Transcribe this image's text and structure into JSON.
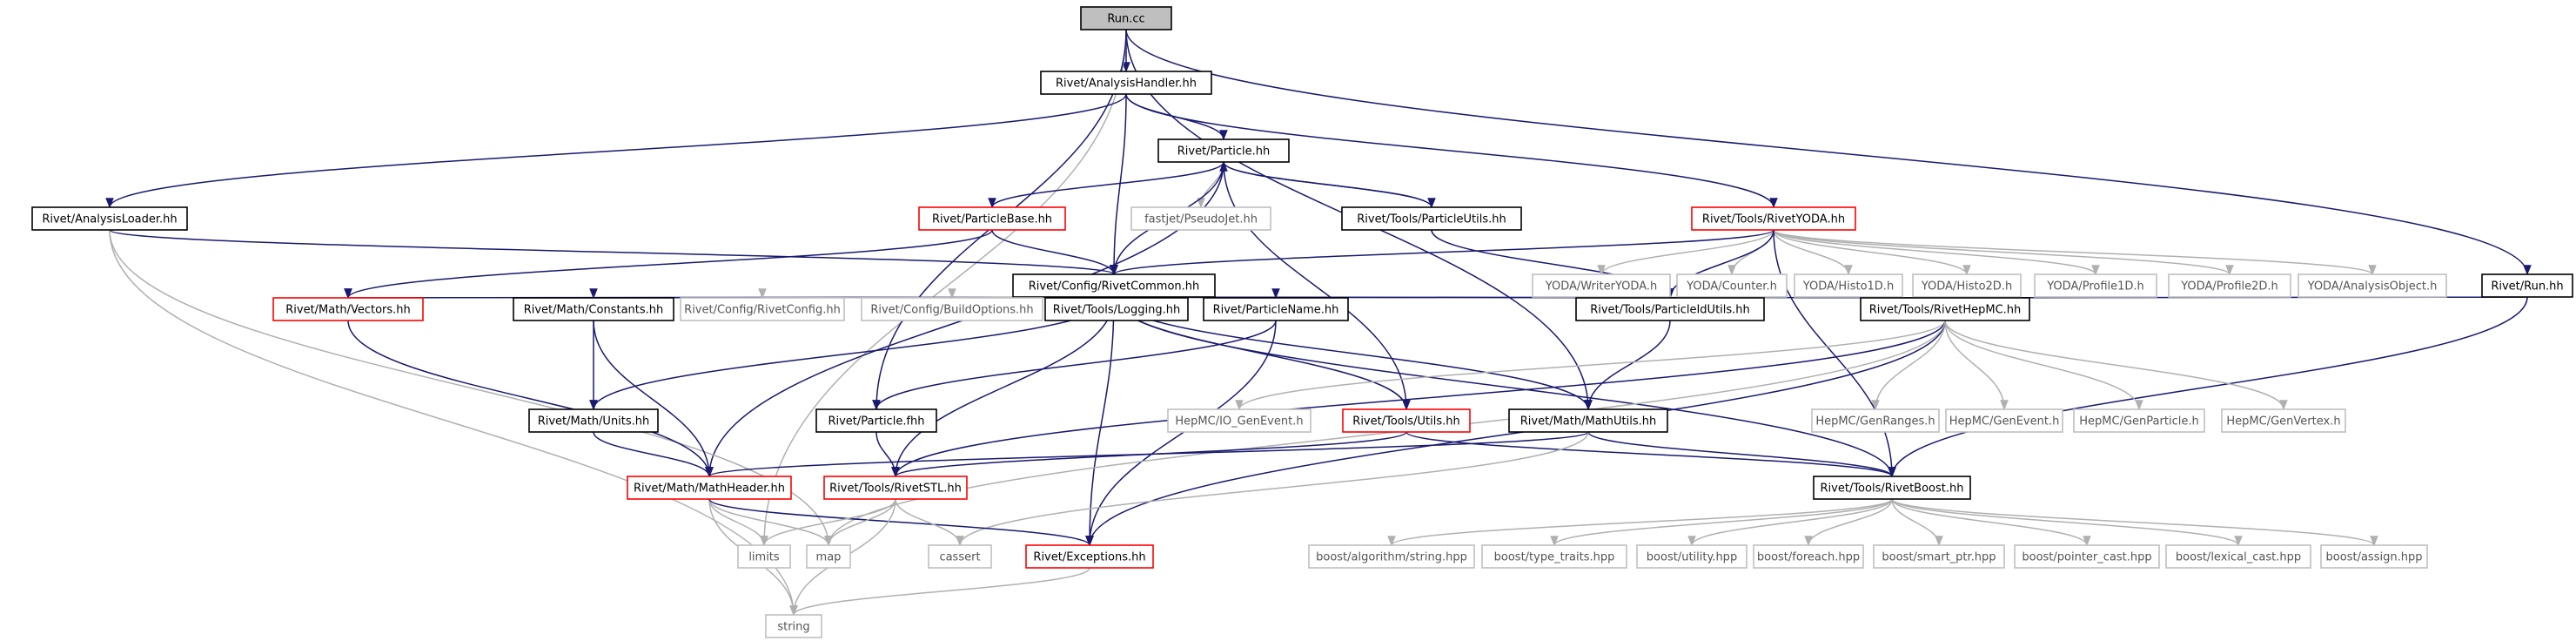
{
  "colors": {
    "background": "#ffffff",
    "edge": "#191970",
    "edge_gray": "#b0b0b0",
    "box_black": "#000000",
    "box_red": "#ff0000",
    "box_gray": "#bfbfbf",
    "root_fill": "#bfbfbf",
    "text": "#000000"
  },
  "graph": {
    "nodes": [
      {
        "id": "run_cc",
        "label": "Run.cc",
        "style": "root"
      },
      {
        "id": "analysis_handler",
        "label": "Rivet/AnalysisHandler.hh",
        "style": "black"
      },
      {
        "id": "particle",
        "label": "Rivet/Particle.hh",
        "style": "black"
      },
      {
        "id": "analysis_loader",
        "label": "Rivet/AnalysisLoader.hh",
        "style": "black"
      },
      {
        "id": "particle_base",
        "label": "Rivet/ParticleBase.hh",
        "style": "red"
      },
      {
        "id": "pseudojet",
        "label": "fastjet/PseudoJet.hh",
        "style": "gray"
      },
      {
        "id": "particle_utils",
        "label": "Rivet/Tools/ParticleUtils.hh",
        "style": "black"
      },
      {
        "id": "rivet_yoda",
        "label": "Rivet/Tools/RivetYODA.hh",
        "style": "red"
      },
      {
        "id": "rivet_common",
        "label": "Rivet/Config/RivetCommon.hh",
        "style": "black"
      },
      {
        "id": "yoda_writer",
        "label": "YODA/WriterYODA.h",
        "style": "gray"
      },
      {
        "id": "yoda_counter",
        "label": "YODA/Counter.h",
        "style": "gray"
      },
      {
        "id": "yoda_h1",
        "label": "YODA/Histo1D.h",
        "style": "gray"
      },
      {
        "id": "yoda_h2",
        "label": "YODA/Histo2D.h",
        "style": "gray"
      },
      {
        "id": "yoda_p1",
        "label": "YODA/Profile1D.h",
        "style": "gray"
      },
      {
        "id": "yoda_p2",
        "label": "YODA/Profile2D.h",
        "style": "gray"
      },
      {
        "id": "yoda_ao",
        "label": "YODA/AnalysisObject.h",
        "style": "gray"
      },
      {
        "id": "run_hh",
        "label": "Rivet/Run.hh",
        "style": "black"
      },
      {
        "id": "vectors",
        "label": "Rivet/Math/Vectors.hh",
        "style": "red"
      },
      {
        "id": "constants",
        "label": "Rivet/Math/Constants.hh",
        "style": "black"
      },
      {
        "id": "rivet_config",
        "label": "Rivet/Config/RivetConfig.hh",
        "style": "gray"
      },
      {
        "id": "build_options",
        "label": "Rivet/Config/BuildOptions.hh",
        "style": "gray"
      },
      {
        "id": "logging",
        "label": "Rivet/Tools/Logging.hh",
        "style": "black"
      },
      {
        "id": "particle_name",
        "label": "Rivet/ParticleName.hh",
        "style": "black"
      },
      {
        "id": "particle_id_utils",
        "label": "Rivet/Tools/ParticleIdUtils.hh",
        "style": "black"
      },
      {
        "id": "rivet_hepmc",
        "label": "Rivet/Tools/RivetHepMC.hh",
        "style": "black"
      },
      {
        "id": "units",
        "label": "Rivet/Math/Units.hh",
        "style": "black"
      },
      {
        "id": "particle_fhh",
        "label": "Rivet/Particle.fhh",
        "style": "black"
      },
      {
        "id": "hepmc_io",
        "label": "HepMC/IO_GenEvent.h",
        "style": "gray"
      },
      {
        "id": "tools_utils",
        "label": "Rivet/Tools/Utils.hh",
        "style": "red"
      },
      {
        "id": "math_utils",
        "label": "Rivet/Math/MathUtils.hh",
        "style": "black"
      },
      {
        "id": "hepmc_ranges",
        "label": "HepMC/GenRanges.h",
        "style": "gray"
      },
      {
        "id": "hepmc_event",
        "label": "HepMC/GenEvent.h",
        "style": "gray"
      },
      {
        "id": "hepmc_particle",
        "label": "HepMC/GenParticle.h",
        "style": "gray"
      },
      {
        "id": "hepmc_vertex",
        "label": "HepMC/GenVertex.h",
        "style": "gray"
      },
      {
        "id": "math_header",
        "label": "Rivet/Math/MathHeader.hh",
        "style": "red"
      },
      {
        "id": "rivet_stl",
        "label": "Rivet/Tools/RivetSTL.hh",
        "style": "red"
      },
      {
        "id": "rivet_boost",
        "label": "Rivet/Tools/RivetBoost.hh",
        "style": "black"
      },
      {
        "id": "limits",
        "label": "limits",
        "style": "gray"
      },
      {
        "id": "map",
        "label": "map",
        "style": "gray"
      },
      {
        "id": "cassert",
        "label": "cassert",
        "style": "gray"
      },
      {
        "id": "exceptions",
        "label": "Rivet/Exceptions.hh",
        "style": "red"
      },
      {
        "id": "b_algorithm",
        "label": "boost/algorithm/string.hpp",
        "style": "gray"
      },
      {
        "id": "b_type_traits",
        "label": "boost/type_traits.hpp",
        "style": "gray"
      },
      {
        "id": "b_utility",
        "label": "boost/utility.hpp",
        "style": "gray"
      },
      {
        "id": "b_foreach",
        "label": "boost/foreach.hpp",
        "style": "gray"
      },
      {
        "id": "b_smart_ptr",
        "label": "boost/smart_ptr.hpp",
        "style": "gray"
      },
      {
        "id": "b_pointer_cast",
        "label": "boost/pointer_cast.hpp",
        "style": "gray"
      },
      {
        "id": "b_lexical_cast",
        "label": "boost/lexical_cast.hpp",
        "style": "gray"
      },
      {
        "id": "b_assign",
        "label": "boost/assign.hpp",
        "style": "gray"
      },
      {
        "id": "string",
        "label": "string",
        "style": "gray"
      }
    ],
    "edges": [
      [
        "run_cc",
        "analysis_handler"
      ],
      [
        "run_cc",
        "run_hh"
      ],
      [
        "run_cc",
        "limits"
      ],
      [
        "run_cc",
        "particle_fhh"
      ],
      [
        "run_cc",
        "math_utils"
      ],
      [
        "analysis_handler",
        "particle"
      ],
      [
        "analysis_handler",
        "analysis_loader"
      ],
      [
        "analysis_handler",
        "rivet_yoda"
      ],
      [
        "analysis_handler",
        "rivet_common"
      ],
      [
        "particle",
        "particle_base"
      ],
      [
        "particle",
        "pseudojet"
      ],
      [
        "particle",
        "particle_utils"
      ],
      [
        "particle",
        "rivet_common"
      ],
      [
        "particle",
        "tools_utils"
      ],
      [
        "particle",
        "math_header"
      ],
      [
        "particle_utils",
        "particle"
      ],
      [
        "particle_utils",
        "particle_id_utils"
      ],
      [
        "analysis_loader",
        "rivet_common"
      ],
      [
        "analysis_loader",
        "map"
      ],
      [
        "analysis_loader",
        "string"
      ],
      [
        "particle_base",
        "rivet_common"
      ],
      [
        "particle_base",
        "vectors"
      ],
      [
        "rivet_yoda",
        "rivet_common"
      ],
      [
        "rivet_yoda",
        "yoda_writer"
      ],
      [
        "rivet_yoda",
        "yoda_counter"
      ],
      [
        "rivet_yoda",
        "yoda_h1"
      ],
      [
        "rivet_yoda",
        "yoda_h2"
      ],
      [
        "rivet_yoda",
        "yoda_p1"
      ],
      [
        "rivet_yoda",
        "yoda_p2"
      ],
      [
        "rivet_yoda",
        "yoda_ao"
      ],
      [
        "rivet_yoda",
        "rivet_boost"
      ],
      [
        "rivet_yoda",
        "particle_id_utils"
      ],
      [
        "run_hh",
        "rivet_hepmc"
      ],
      [
        "run_hh",
        "rivet_boost"
      ],
      [
        "rivet_common",
        "vectors"
      ],
      [
        "rivet_common",
        "constants"
      ],
      [
        "rivet_common",
        "rivet_config"
      ],
      [
        "rivet_common",
        "build_options"
      ],
      [
        "rivet_common",
        "logging"
      ],
      [
        "rivet_common",
        "particle_name"
      ],
      [
        "rivet_common",
        "particle_id_utils"
      ],
      [
        "rivet_common",
        "rivet_hepmc"
      ],
      [
        "rivet_common",
        "units"
      ],
      [
        "rivet_common",
        "tools_utils"
      ],
      [
        "rivet_common",
        "math_utils"
      ],
      [
        "rivet_common",
        "rivet_stl"
      ],
      [
        "rivet_common",
        "exceptions"
      ],
      [
        "rivet_common",
        "rivet_boost"
      ],
      [
        "logging",
        "rivet_common"
      ],
      [
        "vectors",
        "math_header"
      ],
      [
        "constants",
        "units"
      ],
      [
        "constants",
        "math_header"
      ],
      [
        "units",
        "math_header"
      ],
      [
        "particle_name",
        "particle_fhh"
      ],
      [
        "particle_name",
        "exceptions"
      ],
      [
        "particle_id_utils",
        "math_utils"
      ],
      [
        "rivet_hepmc",
        "hepmc_io"
      ],
      [
        "rivet_hepmc",
        "hepmc_ranges"
      ],
      [
        "rivet_hepmc",
        "hepmc_event"
      ],
      [
        "rivet_hepmc",
        "hepmc_particle"
      ],
      [
        "rivet_hepmc",
        "hepmc_vertex"
      ],
      [
        "rivet_hepmc",
        "rivet_stl"
      ],
      [
        "rivet_hepmc",
        "exceptions"
      ],
      [
        "rivet_hepmc",
        "map"
      ],
      [
        "particle_fhh",
        "rivet_stl"
      ],
      [
        "tools_utils",
        "rivet_stl"
      ],
      [
        "tools_utils",
        "rivet_boost"
      ],
      [
        "math_utils",
        "math_header"
      ],
      [
        "math_utils",
        "rivet_boost"
      ],
      [
        "math_utils",
        "cassert"
      ],
      [
        "math_header",
        "limits"
      ],
      [
        "math_header",
        "map"
      ],
      [
        "math_header",
        "string"
      ],
      [
        "math_header",
        "exceptions"
      ],
      [
        "rivet_stl",
        "limits"
      ],
      [
        "rivet_stl",
        "map"
      ],
      [
        "rivet_stl",
        "cassert"
      ],
      [
        "rivet_stl",
        "string"
      ],
      [
        "rivet_boost",
        "b_algorithm"
      ],
      [
        "rivet_boost",
        "b_type_traits"
      ],
      [
        "rivet_boost",
        "b_utility"
      ],
      [
        "rivet_boost",
        "b_foreach"
      ],
      [
        "rivet_boost",
        "b_smart_ptr"
      ],
      [
        "rivet_boost",
        "b_pointer_cast"
      ],
      [
        "rivet_boost",
        "b_lexical_cast"
      ],
      [
        "rivet_boost",
        "b_assign"
      ],
      [
        "exceptions",
        "string"
      ]
    ]
  }
}
